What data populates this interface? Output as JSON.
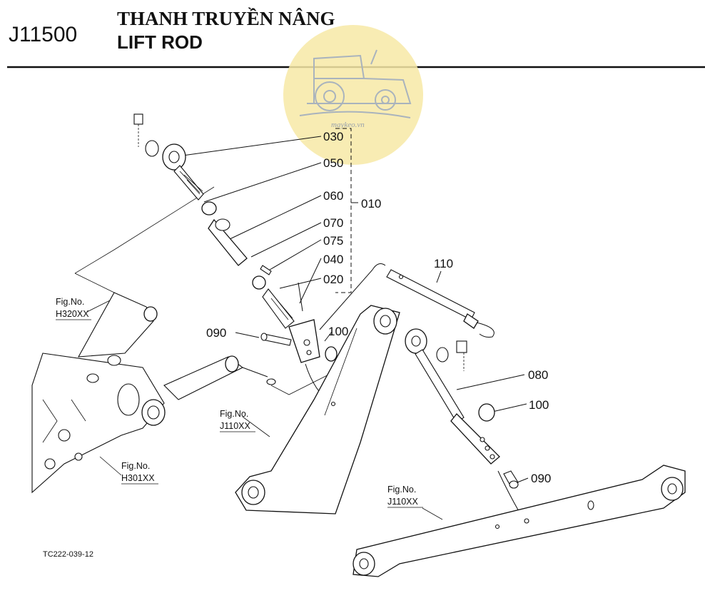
{
  "header": {
    "code": "J11500",
    "title_vi": "THANH TRUYỀN NÂNG",
    "title_en": "LIFT ROD"
  },
  "watermark": {
    "text": "maykeo.vn",
    "icon": "tractor-icon",
    "color": "#f7e9a6"
  },
  "callouts": {
    "p030": "030",
    "p050": "050",
    "p060": "060",
    "p010": "010",
    "p070": "070",
    "p075": "075",
    "p040": "040",
    "p020": "020",
    "p110": "110",
    "p090a": "090",
    "p100a": "100",
    "p080": "080",
    "p100b": "100",
    "p090b": "090"
  },
  "figure_refs": {
    "h320": {
      "label": "Fig.No.",
      "code": "H320XX"
    },
    "j110a": {
      "label": "Fig.No.",
      "code": "J110XX"
    },
    "h301": {
      "label": "Fig.No.",
      "code": "H301XX"
    },
    "j110b": {
      "label": "Fig.No.",
      "code": "J110XX"
    }
  },
  "drawing_ref": "TC222-039-12"
}
